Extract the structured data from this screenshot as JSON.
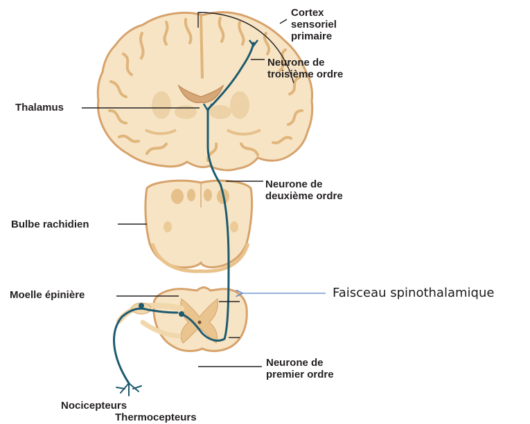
{
  "labels": {
    "cortex": [
      "Cortex",
      "sensoriel",
      "primaire"
    ],
    "neurone3": [
      "Neurone de",
      "troisième ordre"
    ],
    "thalamus": "Thalamus",
    "neurone2": [
      "Neurone de",
      "deuxième ordre"
    ],
    "bulbe": "Bulbe rachidien",
    "moelle": "Moelle épinière",
    "faisceau": "Faisceau spinothalamique",
    "neurone1": [
      "Neurone de",
      "premier ordre"
    ],
    "nocicepteurs": "Nocicepteurs",
    "thermocepteurs": "Thermocepteurs"
  },
  "colors": {
    "tissue": "#f6e4c4",
    "tissue_outline": "#d7a26b",
    "gray_matter": "#eccb97",
    "neuron": "#1d5a6e",
    "arrow": "#5b84c4",
    "leader": "#231f20"
  }
}
